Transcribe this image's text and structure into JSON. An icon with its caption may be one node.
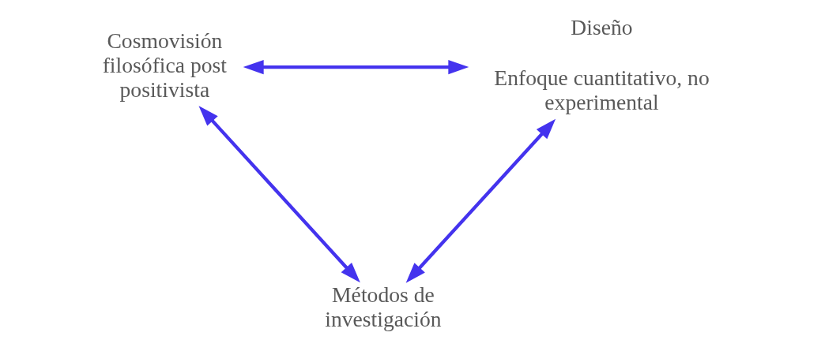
{
  "diagram": {
    "nodes": [
      {
        "text": [
          "Cosmovisión filosófica post positivista"
        ]
      },
      {
        "text": [
          "Diseño",
          "Enfoque cuantitativo, no experimental"
        ]
      },
      {
        "text": [
          "Métodos de investigación"
        ]
      }
    ],
    "edges": [
      {
        "from": 0,
        "to": 1,
        "arrow": "both"
      },
      {
        "from": 0,
        "to": 2,
        "arrow": "both"
      },
      {
        "from": 2,
        "to": 1,
        "arrow": "both"
      }
    ]
  }
}
